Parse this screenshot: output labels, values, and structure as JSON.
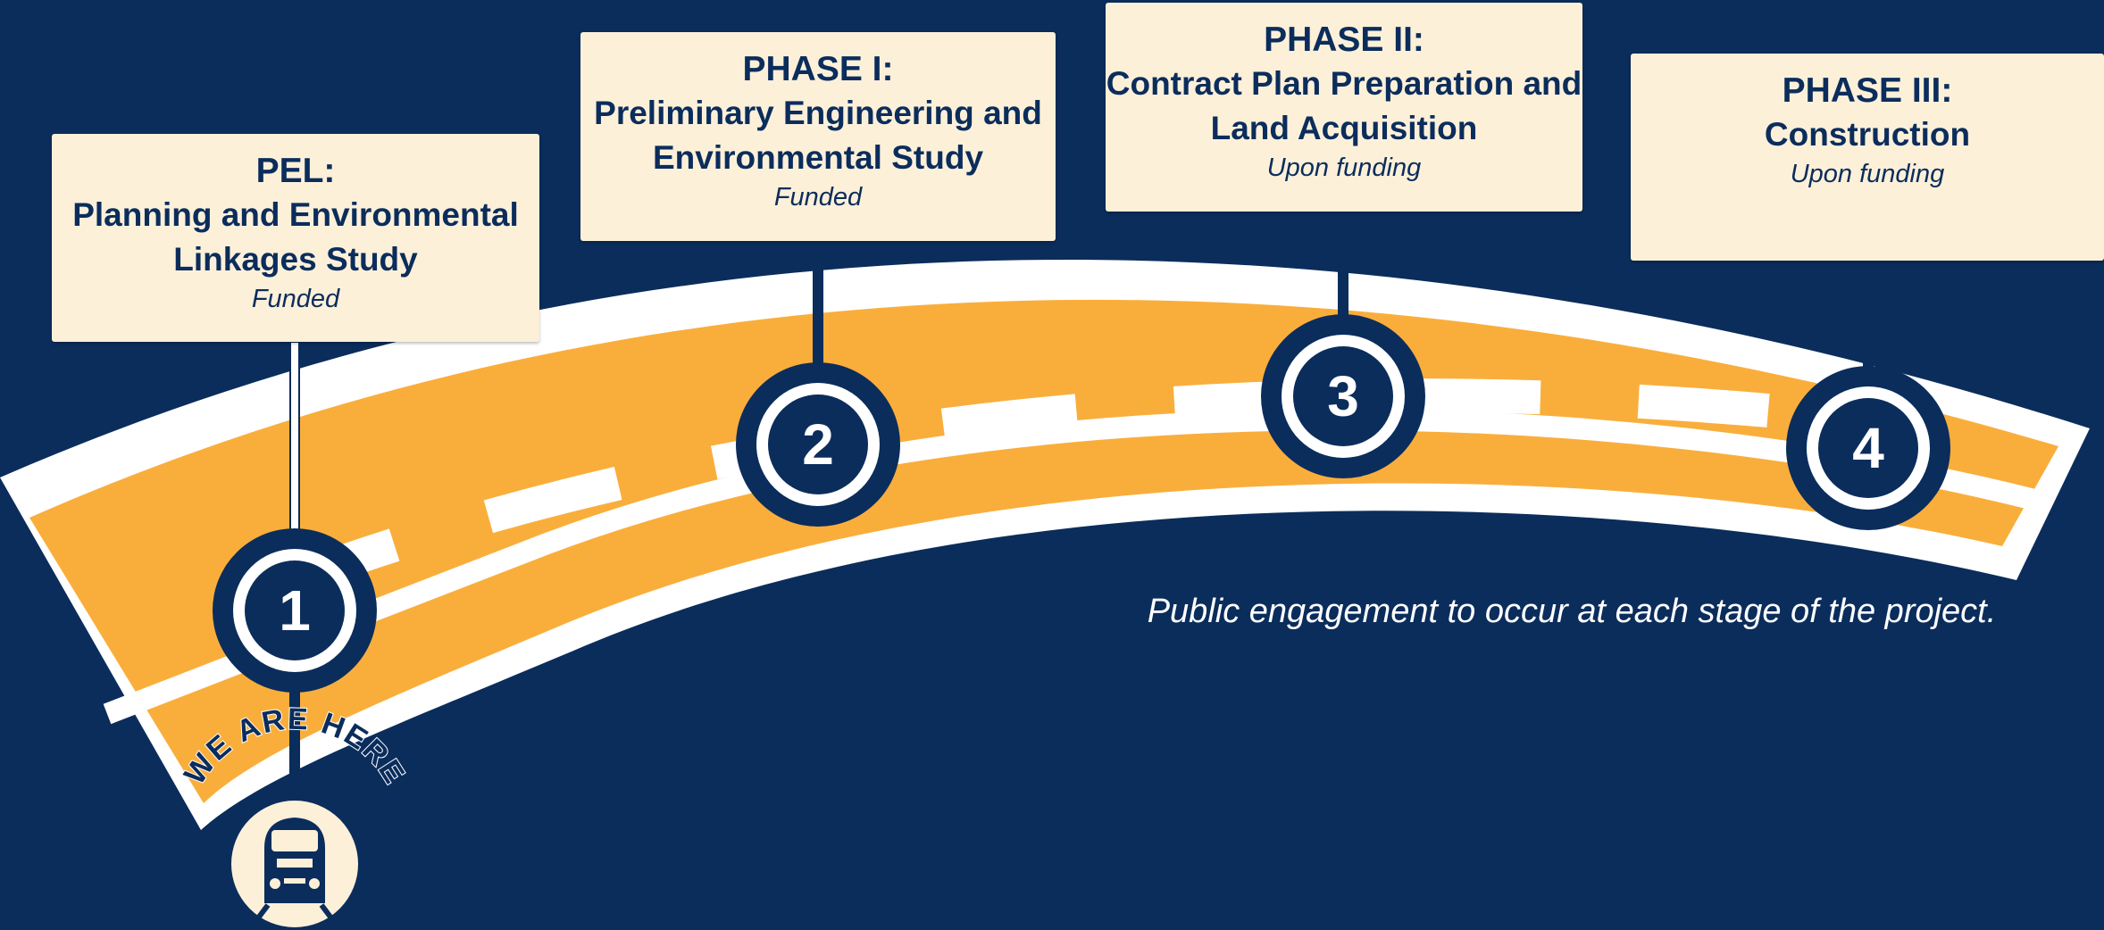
{
  "phases": [
    {
      "number": "1",
      "heading": "PEL:",
      "description": "Planning and Environmental Linkages Study",
      "status": "Funded"
    },
    {
      "number": "2",
      "heading": "PHASE I:",
      "description": "Preliminary Engineering and Environmental Study",
      "status": "Funded"
    },
    {
      "number": "3",
      "heading": "PHASE II:",
      "description": "Contract Plan Preparation and Land Acquisition",
      "status": "Upon funding"
    },
    {
      "number": "4",
      "heading": "PHASE III:",
      "description": "Construction",
      "status": "Upon funding"
    }
  ],
  "badge": {
    "text": "WE ARE HERE",
    "icon": "train-icon"
  },
  "note": "Public engagement to occur at each stage of the project.",
  "colors": {
    "background": "#0b2d5c",
    "road": "#f9ae3c",
    "road_edge": "#ffffff",
    "box": "#fdf0d9",
    "text": "#0b2d5c"
  }
}
